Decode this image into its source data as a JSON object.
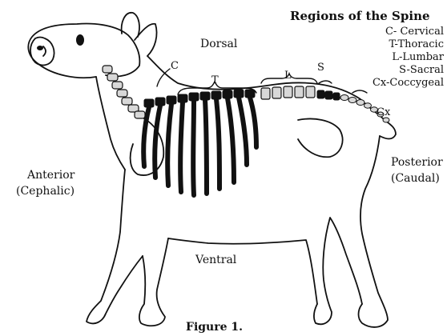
{
  "legend": {
    "title": "Regions of the Spine",
    "items": [
      {
        "code": "C",
        "label": "C- Cervical"
      },
      {
        "code": "T",
        "label": "T-Thoracic"
      },
      {
        "code": "L",
        "label": "L-Lumbar"
      },
      {
        "code": "S",
        "label": "S-Sacral"
      },
      {
        "code": "Cx",
        "label": "Cx-Coccygeal"
      }
    ]
  },
  "directions": {
    "dorsal": "Dorsal",
    "ventral": "Ventral",
    "anterior": "Anterior",
    "anterior_sub": "(Cephalic)",
    "posterior": "Posterior",
    "posterior_sub": "(Caudal)"
  },
  "segments": {
    "c": "C",
    "t": "T",
    "l": "L",
    "s": "S",
    "cx": "Cx"
  },
  "caption": "Figure 1.",
  "colors": {
    "ink": "#111111",
    "vertebra_fill": "#d8d8d8",
    "rib_fill": "#111111",
    "background": "#ffffff"
  }
}
